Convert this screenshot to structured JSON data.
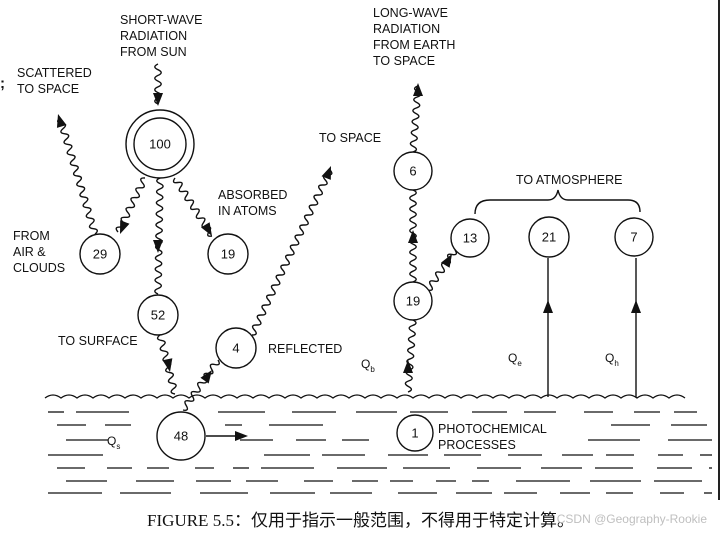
{
  "labels": {
    "shortwave": [
      "SHORT-WAVE",
      "RADIATION",
      "FROM SUN"
    ],
    "longwave": [
      "LONG-WAVE",
      "RADIATION",
      "FROM EARTH",
      "TO SPACE"
    ],
    "scattered": [
      "SCATTERED",
      "TO SPACE"
    ],
    "absorbed": [
      "ABSORBED",
      "IN ATOMS"
    ],
    "from_air": [
      "FROM",
      "AIR &",
      "CLOUDS"
    ],
    "to_space": "TO SPACE",
    "to_surface": "TO SURFACE",
    "reflected": "REFLECTED",
    "to_atmosphere": "TO ATMOSPHERE",
    "photochemical": [
      "PHOTOCHEMICAL",
      "PROCESSES"
    ],
    "stray_mark": ";"
  },
  "quantities": {
    "qb": "Q",
    "qb_sub": "b",
    "qe": "Q",
    "qe_sub": "e",
    "qh": "Q",
    "qh_sub": "h",
    "qs": "Q",
    "qs_sub": "s"
  },
  "nodes": {
    "sun": "100",
    "scattered_air": "29",
    "absorbed": "19",
    "surface": "52",
    "reflected": "4",
    "absorbed_water": "48",
    "photochemical": "1",
    "longwave_space": "6",
    "longwave_emitted": "19",
    "to_atm_1": "13",
    "to_atm_2": "21",
    "to_atm_3": "7"
  },
  "caption": "FIGURE 5.5：仅用于指示一般范围，不得用于特定计算。",
  "watermark": "CSDN @Geography-Rookie"
}
